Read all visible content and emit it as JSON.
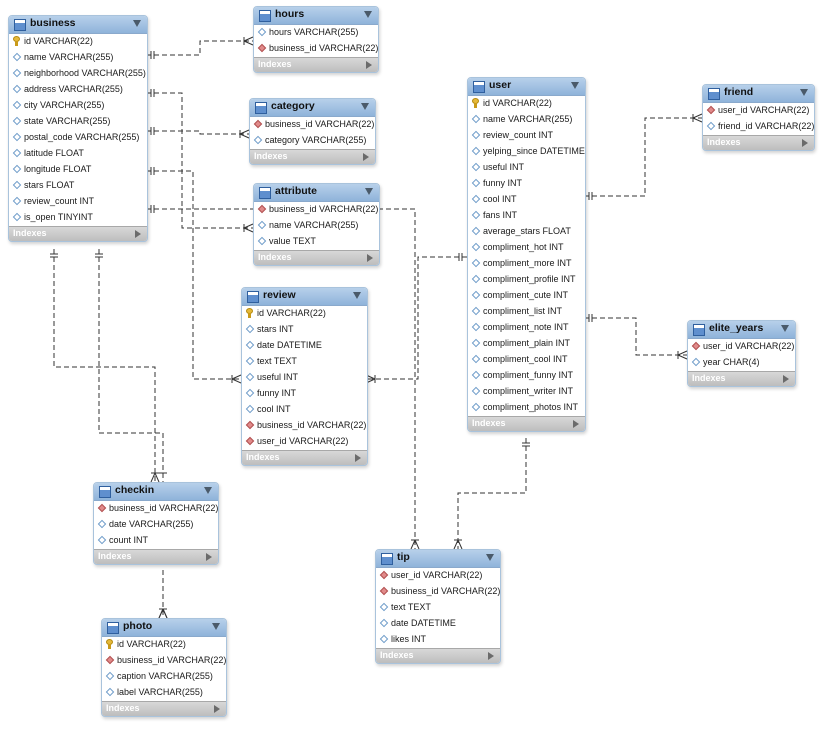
{
  "tables": [
    {
      "key": "business",
      "title": "business",
      "indexes_label": "Indexes",
      "columns": [
        {
          "text": "id VARCHAR(22)",
          "icon": "primary-key-icon"
        },
        {
          "text": "name VARCHAR(255)",
          "icon": "column-icon"
        },
        {
          "text": "neighborhood VARCHAR(255)",
          "icon": "column-icon"
        },
        {
          "text": "address VARCHAR(255)",
          "icon": "column-icon"
        },
        {
          "text": "city VARCHAR(255)",
          "icon": "column-icon"
        },
        {
          "text": "state VARCHAR(255)",
          "icon": "column-icon"
        },
        {
          "text": "postal_code VARCHAR(255)",
          "icon": "column-icon"
        },
        {
          "text": "latitude FLOAT",
          "icon": "column-icon"
        },
        {
          "text": "longitude FLOAT",
          "icon": "column-icon"
        },
        {
          "text": "stars FLOAT",
          "icon": "column-icon"
        },
        {
          "text": "review_count INT",
          "icon": "column-icon"
        },
        {
          "text": "is_open TINYINT",
          "icon": "column-icon"
        }
      ]
    },
    {
      "key": "hours",
      "title": "hours",
      "indexes_label": "Indexes",
      "columns": [
        {
          "text": "hours VARCHAR(255)",
          "icon": "column-icon"
        },
        {
          "text": "business_id VARCHAR(22)",
          "icon": "foreign-key-icon"
        }
      ]
    },
    {
      "key": "category",
      "title": "category",
      "indexes_label": "Indexes",
      "columns": [
        {
          "text": "business_id VARCHAR(22)",
          "icon": "foreign-key-icon"
        },
        {
          "text": "category VARCHAR(255)",
          "icon": "column-icon"
        }
      ]
    },
    {
      "key": "attribute",
      "title": "attribute",
      "indexes_label": "Indexes",
      "columns": [
        {
          "text": "business_id VARCHAR(22)",
          "icon": "foreign-key-icon"
        },
        {
          "text": "name VARCHAR(255)",
          "icon": "column-icon"
        },
        {
          "text": "value TEXT",
          "icon": "column-icon"
        }
      ]
    },
    {
      "key": "review",
      "title": "review",
      "indexes_label": "Indexes",
      "columns": [
        {
          "text": "id VARCHAR(22)",
          "icon": "primary-key-icon"
        },
        {
          "text": "stars INT",
          "icon": "column-icon"
        },
        {
          "text": "date DATETIME",
          "icon": "column-icon"
        },
        {
          "text": "text TEXT",
          "icon": "column-icon"
        },
        {
          "text": "useful INT",
          "icon": "column-icon"
        },
        {
          "text": "funny INT",
          "icon": "column-icon"
        },
        {
          "text": "cool INT",
          "icon": "column-icon"
        },
        {
          "text": "business_id VARCHAR(22)",
          "icon": "foreign-key-icon"
        },
        {
          "text": "user_id VARCHAR(22)",
          "icon": "foreign-key-icon"
        }
      ]
    },
    {
      "key": "user",
      "title": "user",
      "indexes_label": "Indexes",
      "columns": [
        {
          "text": "id VARCHAR(22)",
          "icon": "primary-key-icon"
        },
        {
          "text": "name VARCHAR(255)",
          "icon": "column-icon"
        },
        {
          "text": "review_count INT",
          "icon": "column-icon"
        },
        {
          "text": "yelping_since DATETIME",
          "icon": "column-icon"
        },
        {
          "text": "useful INT",
          "icon": "column-icon"
        },
        {
          "text": "funny INT",
          "icon": "column-icon"
        },
        {
          "text": "cool INT",
          "icon": "column-icon"
        },
        {
          "text": "fans INT",
          "icon": "column-icon"
        },
        {
          "text": "average_stars FLOAT",
          "icon": "column-icon"
        },
        {
          "text": "compliment_hot INT",
          "icon": "column-icon"
        },
        {
          "text": "compliment_more INT",
          "icon": "column-icon"
        },
        {
          "text": "compliment_profile INT",
          "icon": "column-icon"
        },
        {
          "text": "compliment_cute INT",
          "icon": "column-icon"
        },
        {
          "text": "compliment_list INT",
          "icon": "column-icon"
        },
        {
          "text": "compliment_note INT",
          "icon": "column-icon"
        },
        {
          "text": "compliment_plain INT",
          "icon": "column-icon"
        },
        {
          "text": "compliment_cool INT",
          "icon": "column-icon"
        },
        {
          "text": "compliment_funny INT",
          "icon": "column-icon"
        },
        {
          "text": "compliment_writer INT",
          "icon": "column-icon"
        },
        {
          "text": "compliment_photos INT",
          "icon": "column-icon"
        }
      ]
    },
    {
      "key": "friend",
      "title": "friend",
      "indexes_label": "Indexes",
      "columns": [
        {
          "text": "user_id VARCHAR(22)",
          "icon": "foreign-key-icon"
        },
        {
          "text": "friend_id VARCHAR(22)",
          "icon": "column-icon"
        }
      ]
    },
    {
      "key": "elite_years",
      "title": "elite_years",
      "indexes_label": "Indexes",
      "columns": [
        {
          "text": "user_id VARCHAR(22)",
          "icon": "foreign-key-icon"
        },
        {
          "text": "year CHAR(4)",
          "icon": "column-icon"
        }
      ]
    },
    {
      "key": "checkin",
      "title": "checkin",
      "indexes_label": "Indexes",
      "columns": [
        {
          "text": "business_id VARCHAR(22)",
          "icon": "foreign-key-icon"
        },
        {
          "text": "date VARCHAR(255)",
          "icon": "column-icon"
        },
        {
          "text": "count INT",
          "icon": "column-icon"
        }
      ]
    },
    {
      "key": "photo",
      "title": "photo",
      "indexes_label": "Indexes",
      "columns": [
        {
          "text": "id VARCHAR(22)",
          "icon": "primary-key-icon"
        },
        {
          "text": "business_id VARCHAR(22)",
          "icon": "foreign-key-icon"
        },
        {
          "text": "caption VARCHAR(255)",
          "icon": "column-icon"
        },
        {
          "text": "label VARCHAR(255)",
          "icon": "column-icon"
        }
      ]
    },
    {
      "key": "tip",
      "title": "tip",
      "indexes_label": "Indexes",
      "columns": [
        {
          "text": "user_id VARCHAR(22)",
          "icon": "foreign-key-icon"
        },
        {
          "text": "business_id VARCHAR(22)",
          "icon": "foreign-key-icon"
        },
        {
          "text": "text TEXT",
          "icon": "column-icon"
        },
        {
          "text": "date DATETIME",
          "icon": "column-icon"
        },
        {
          "text": "likes INT",
          "icon": "column-icon"
        }
      ]
    }
  ],
  "relationships": [
    {
      "from": "business",
      "to": "hours",
      "cardinality": "one-to-many"
    },
    {
      "from": "business",
      "to": "category",
      "cardinality": "one-to-many"
    },
    {
      "from": "business",
      "to": "attribute",
      "cardinality": "one-to-many"
    },
    {
      "from": "business",
      "to": "review",
      "cardinality": "one-to-many"
    },
    {
      "from": "business",
      "to": "tip",
      "cardinality": "one-to-many"
    },
    {
      "from": "business",
      "to": "checkin",
      "cardinality": "one-to-many"
    },
    {
      "from": "business",
      "to": "photo",
      "cardinality": "one-to-many"
    },
    {
      "from": "user",
      "to": "review",
      "cardinality": "one-to-many"
    },
    {
      "from": "user",
      "to": "friend",
      "cardinality": "one-to-many"
    },
    {
      "from": "user",
      "to": "elite_years",
      "cardinality": "one-to-many"
    },
    {
      "from": "user",
      "to": "tip",
      "cardinality": "one-to-many"
    }
  ],
  "colors": {
    "header": "#9dbde0",
    "border": "#a9c3dc",
    "footer": "#c4c4c4",
    "primary_key": "#e5b93a",
    "foreign_key": "#e08a8a",
    "line": "#333333"
  }
}
